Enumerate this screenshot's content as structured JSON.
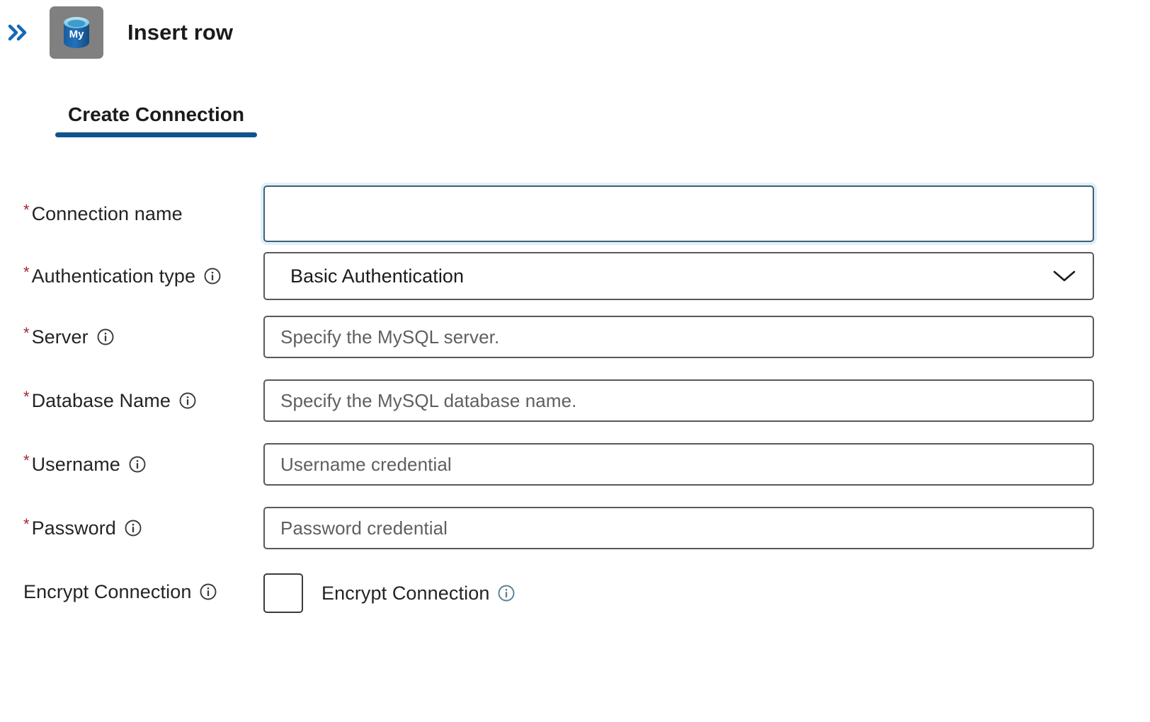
{
  "header": {
    "expand_icon": "double-chevron-right-icon",
    "app_icon": "mysql-database-icon",
    "app_icon_text": "My",
    "title": "Insert row"
  },
  "tabs": [
    {
      "label": "Create Connection",
      "selected": true
    }
  ],
  "form": {
    "rows": [
      {
        "label": "Connection name",
        "required": true,
        "has_info": false,
        "control": "textbox",
        "value": "",
        "placeholder": "",
        "focused": true
      },
      {
        "label": "Authentication type",
        "required": true,
        "has_info": true,
        "control": "combobox",
        "value": "Basic Authentication"
      },
      {
        "label": "Server",
        "required": true,
        "has_info": true,
        "control": "textbox",
        "value": "",
        "placeholder": "Specify the MySQL server."
      },
      {
        "label": "Database Name",
        "required": true,
        "has_info": true,
        "control": "textbox",
        "value": "",
        "placeholder": "Specify the MySQL database name."
      },
      {
        "label": "Username",
        "required": true,
        "has_info": true,
        "control": "textbox",
        "value": "",
        "placeholder": "Username credential"
      },
      {
        "label": "Password",
        "required": true,
        "has_info": true,
        "control": "textbox",
        "value": "",
        "placeholder": "Password credential"
      },
      {
        "label": "Encrypt Connection",
        "required": false,
        "has_info": true,
        "control": "checkbox",
        "checkbox_label": "Encrypt Connection",
        "checked": false,
        "checkbox_has_info": true
      }
    ],
    "required_marker": "*"
  },
  "colors": {
    "accent": "#0f548c",
    "required_star": "#a4262c",
    "focus_border": "#3f6272",
    "focus_glow": "#dff0f8",
    "field_border": "#595959",
    "icon_tile_bg": "#808080",
    "mysql_blue": "#1f68a8",
    "placeholder_text": "#5f5f5f",
    "text": "#242424",
    "chevron_blue": "#1668b8"
  }
}
